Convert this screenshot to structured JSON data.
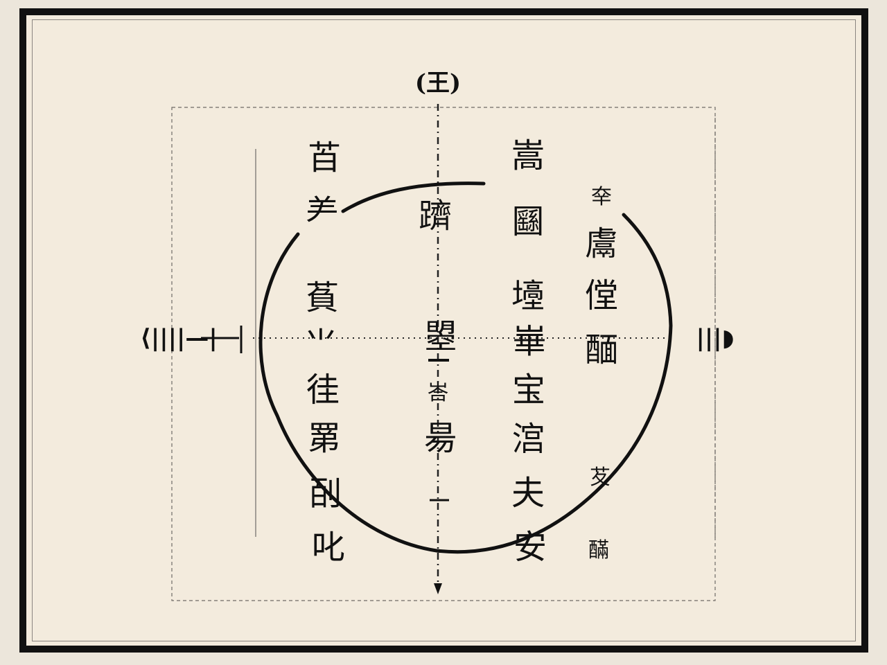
{
  "colors": {
    "ink": "#111111",
    "paper": "#f3ebdd",
    "frame": "#111111",
    "rule": "#8a8580"
  },
  "top_marker": "(王)",
  "left_marker": "⟨||||—|",
  "right_marker": "|||◗",
  "left_column_top": [
    "苩",
    "⺶"
  ],
  "left_column_bottom": [
    "萯",
    "⺌",
    "徍",
    "罤",
    "㓦",
    "叱"
  ],
  "center_upper": "躋",
  "center_middle": [
    "曌",
    "峇",
    "昜"
  ],
  "right_inner_column": [
    "嵩",
    "㘥",
    "㙵",
    "崋",
    "宝",
    "㴦",
    "夫",
    "安"
  ],
  "right_outer_column": [
    "㚔",
    "鬳",
    "㑽",
    "䤄"
  ],
  "right_small_marks": [
    "䒘",
    "䤍"
  ]
}
